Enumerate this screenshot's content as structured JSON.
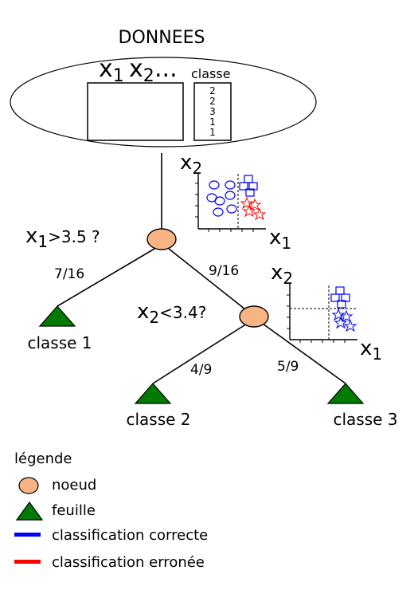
{
  "data_block": {
    "title": "DONNEES",
    "var_x": "x",
    "sub_1": "1",
    "sub_2": "2",
    "ellipsis": "...",
    "class_header": "classe",
    "class_values": [
      "2",
      "2",
      "3",
      "1",
      "1"
    ]
  },
  "nodes": {
    "root": {
      "question_var": "x",
      "question_sub": "1",
      "question_rest": ">3.5 ?",
      "left_fraction": "7/16",
      "right_fraction": "9/16"
    },
    "second": {
      "question_var": "x",
      "question_sub": "2",
      "question_rest": "<3.4?",
      "left_fraction": "4/9",
      "right_fraction": "5/9"
    }
  },
  "leaves": {
    "leaf_1": "classe 1",
    "leaf_2": "classe 2",
    "leaf_3": "classe 3"
  },
  "plots": {
    "axis_x": "x",
    "axis_x_sub": "1",
    "axis_y": "x",
    "axis_y_sub": "2"
  },
  "legend": {
    "title": "légende",
    "node": "noeud",
    "leaf": "feuille",
    "correct": "classification correcte",
    "wrong": "classification erronée"
  },
  "colors": {
    "node_fill": "#f8b483",
    "leaf_fill": "#007a00",
    "correct": "#0000ff",
    "wrong": "#ff0000"
  }
}
